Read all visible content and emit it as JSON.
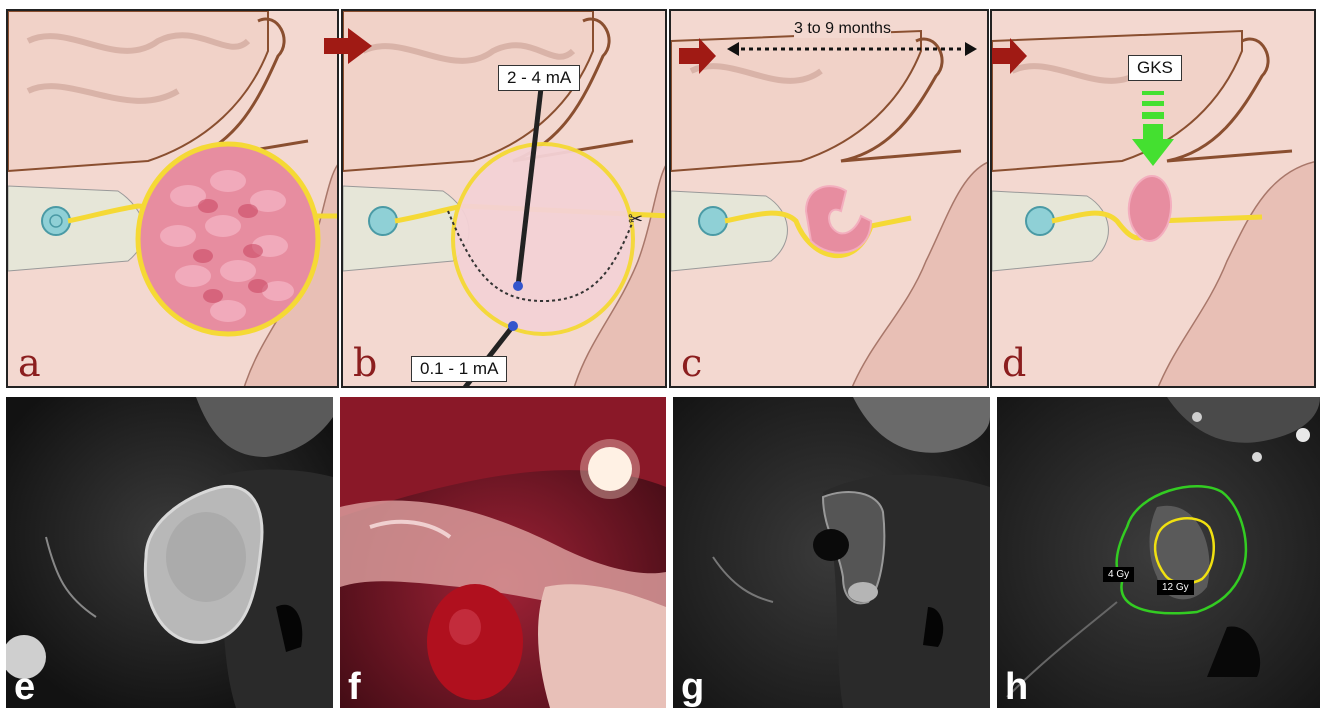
{
  "panels_top": {
    "a": {
      "letter": "a"
    },
    "b": {
      "letter": "b",
      "upper_current": "2 - 4 mA",
      "lower_current": "0.1 - 1 mA"
    },
    "c": {
      "letter": "c",
      "interval": "3 to 9 months"
    },
    "d": {
      "letter": "d",
      "treatment": "GKS"
    }
  },
  "panels_bottom": {
    "e": {
      "letter": "e"
    },
    "f": {
      "letter": "f"
    },
    "g": {
      "letter": "g"
    },
    "h": {
      "letter": "h",
      "outer_isodose": "4 Gy",
      "inner_isodose": "12 Gy"
    }
  },
  "colors": {
    "arrow": "#a01a14",
    "nerve": "#f5d935",
    "tumor": "#e27a8f",
    "isodose_4gy": "#33cc22",
    "isodose_12gy": "#f0e010",
    "gks_arrow": "#44e030"
  }
}
